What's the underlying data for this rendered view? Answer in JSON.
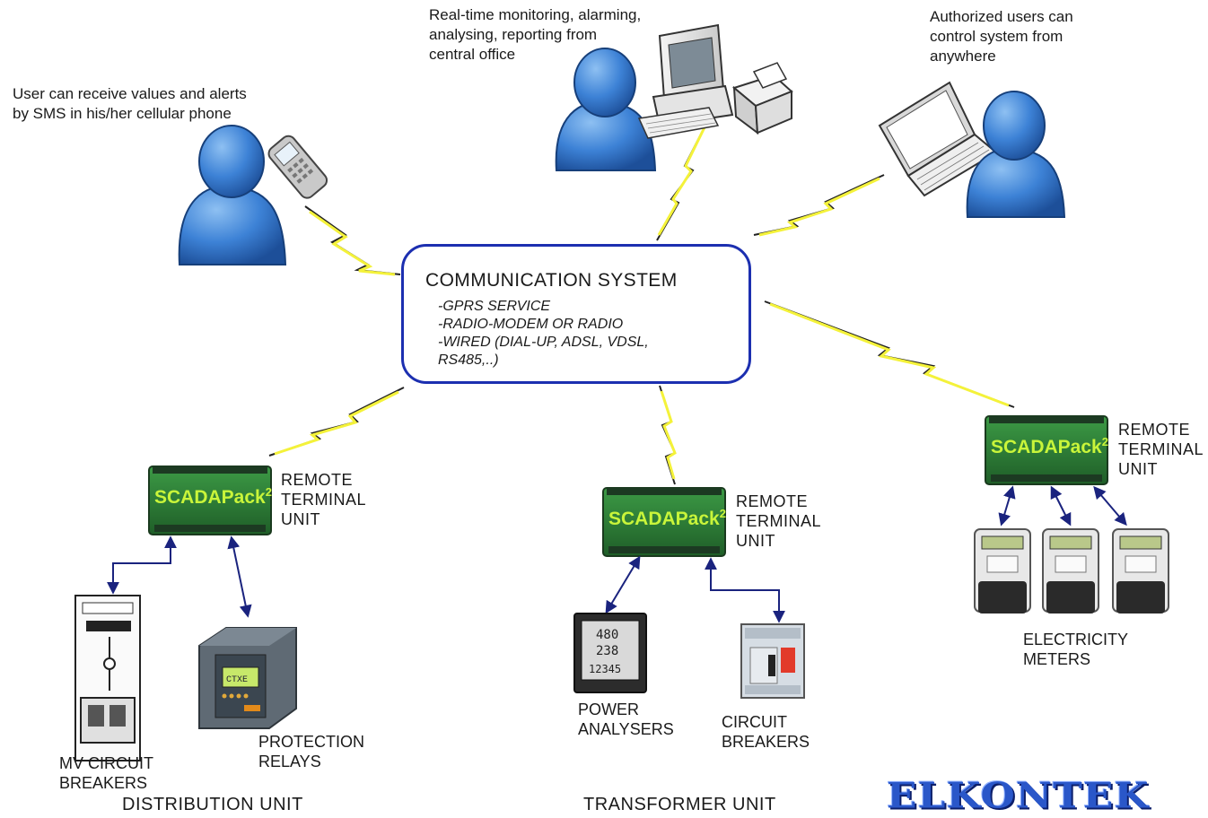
{
  "captions": {
    "sms_user": "User can receive values and alerts\nby SMS in his/her cellular phone",
    "central_office": "Real-time monitoring, alarming,\nanalysing, reporting from\ncentral office",
    "remote_user": "Authorized users can\ncontrol system from\nanywhere"
  },
  "communication_system": {
    "title": "COMMUNICATION SYSTEM",
    "items": [
      "-GPRS SERVICE",
      "-RADIO-MODEM OR RADIO",
      "-WIRED (DIAL-UP, ADSL, VDSL,\nRS485,..)"
    ]
  },
  "rtu": {
    "device_label": "SCADAPack",
    "device_sup": "2",
    "label": "REMOTE\nTERMINAL\nUNIT"
  },
  "distribution_unit": {
    "title": "DISTRIBUTION UNIT",
    "mv_breakers": "MV CIRCUIT\nBREAKERS",
    "protection_relays": "PROTECTION\nRELAYS",
    "relay_display": "CTXE"
  },
  "transformer_unit": {
    "title": "TRANSFORMER UNIT",
    "power_analysers": "POWER\nANALYSERS",
    "circuit_breakers": "CIRCUIT\nBREAKERS",
    "analyser_readings": [
      "480",
      "238",
      "12345"
    ]
  },
  "meters": {
    "label": "ELECTRICITY\nMETERS"
  },
  "logo": "ELKONTEK",
  "colors": {
    "comm_border": "#1c2fb0",
    "lightning": "#f4f23a",
    "arrow": "#1a237e",
    "person": "#3d82d6",
    "rtu_green": "#2f8a3a",
    "rtu_text": "#c9f53a"
  }
}
